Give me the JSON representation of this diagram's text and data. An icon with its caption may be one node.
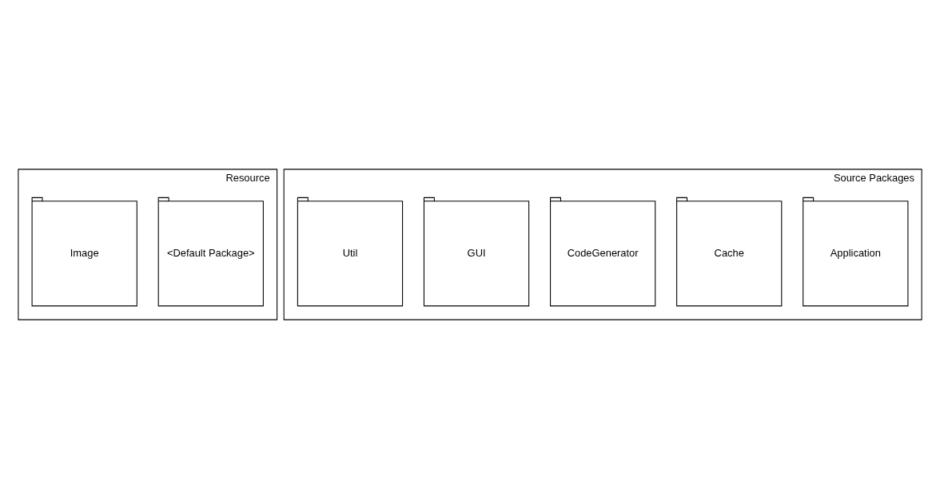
{
  "diagram": {
    "nodes": [
      {
        "text": [
          "Resource"
        ]
      },
      {
        "text": [
          "<Default Package>"
        ],
        "in": 0
      },
      {
        "text": [
          "Image"
        ],
        "in": 0
      },
      {
        "text": [
          "Source Packages"
        ]
      },
      {
        "text": [
          "Application"
        ],
        "in": 3
      },
      {
        "text": [
          "Cache"
        ],
        "in": 3
      },
      {
        "text": [
          "CodeGenerator"
        ],
        "in": 3
      },
      {
        "text": [
          "GUI"
        ],
        "in": 3
      },
      {
        "text": [
          "Util"
        ],
        "in": 3
      }
    ]
  }
}
